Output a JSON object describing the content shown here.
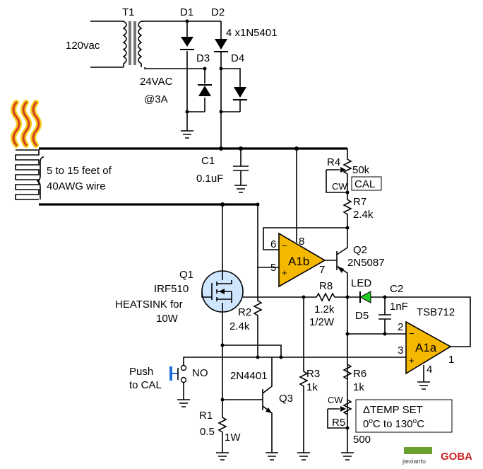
{
  "components": {
    "T1": {
      "ref": "T1",
      "input": "120vac"
    },
    "diodes": {
      "D1": "D1",
      "D2": "D2",
      "D3": "D3",
      "D4": "D4",
      "part": "4 x1N5401"
    },
    "secondary": {
      "line1": "24VAC",
      "line2": "@3A"
    },
    "heater": {
      "line1": "5 to 15 feet of",
      "line2": "40AWG wire"
    },
    "C1": {
      "ref": "C1",
      "value": "0.1uF"
    },
    "R4": {
      "ref": "R4",
      "value": "50k",
      "cw": "CW",
      "cal": "CAL"
    },
    "R7": {
      "ref": "R7",
      "value": "2.4k"
    },
    "A1b": {
      "label": "A1b",
      "pin6": "6",
      "pin8": "8",
      "pin5": "5",
      "pin7": "7"
    },
    "Q2": {
      "ref": "Q2",
      "part": "2N5087"
    },
    "Q1": {
      "ref": "Q1",
      "part": "IRF510",
      "note1": "HEATSINK for",
      "note2": "10W"
    },
    "R8": {
      "ref": "R8",
      "value": "1.2k",
      "power": "1/2W"
    },
    "LED": {
      "ref": "D5",
      "label": "LED",
      "color": "#22cc22"
    },
    "C2": {
      "ref": "C2",
      "value": "1nF"
    },
    "A1a": {
      "label": "A1a",
      "part": "TSB712",
      "pin2": "2",
      "pin3": "3",
      "pin4": "4",
      "pin1": "1"
    },
    "R2": {
      "ref": "R2",
      "value": "2.4k"
    },
    "pushbutton": {
      "line1": "Push",
      "line2": "to CAL",
      "no": "NO"
    },
    "Q3": {
      "ref": "Q3",
      "part": "2N4401"
    },
    "R3": {
      "ref": "R3",
      "value": "1k"
    },
    "R6": {
      "ref": "R6",
      "value": "1k"
    },
    "R5": {
      "ref": "R5",
      "value": "500",
      "cw": "CW"
    },
    "tempset": {
      "line1": "ΔTEMP SET",
      "line2a": "0",
      "deg1": "o",
      "line2b": "C to 130",
      "deg2": "o",
      "line2c": "C"
    },
    "R1": {
      "ref": "R1",
      "value": "0.5",
      "power": "1W"
    },
    "watermark": {
      "site": "jiexiantu",
      "logo": "GOBA"
    },
    "colors": {
      "opamp": "#f5b800",
      "mosfet": "#cfe6ff",
      "heat": "#d83c1c",
      "pushbutton": "#1f6fd8"
    }
  }
}
